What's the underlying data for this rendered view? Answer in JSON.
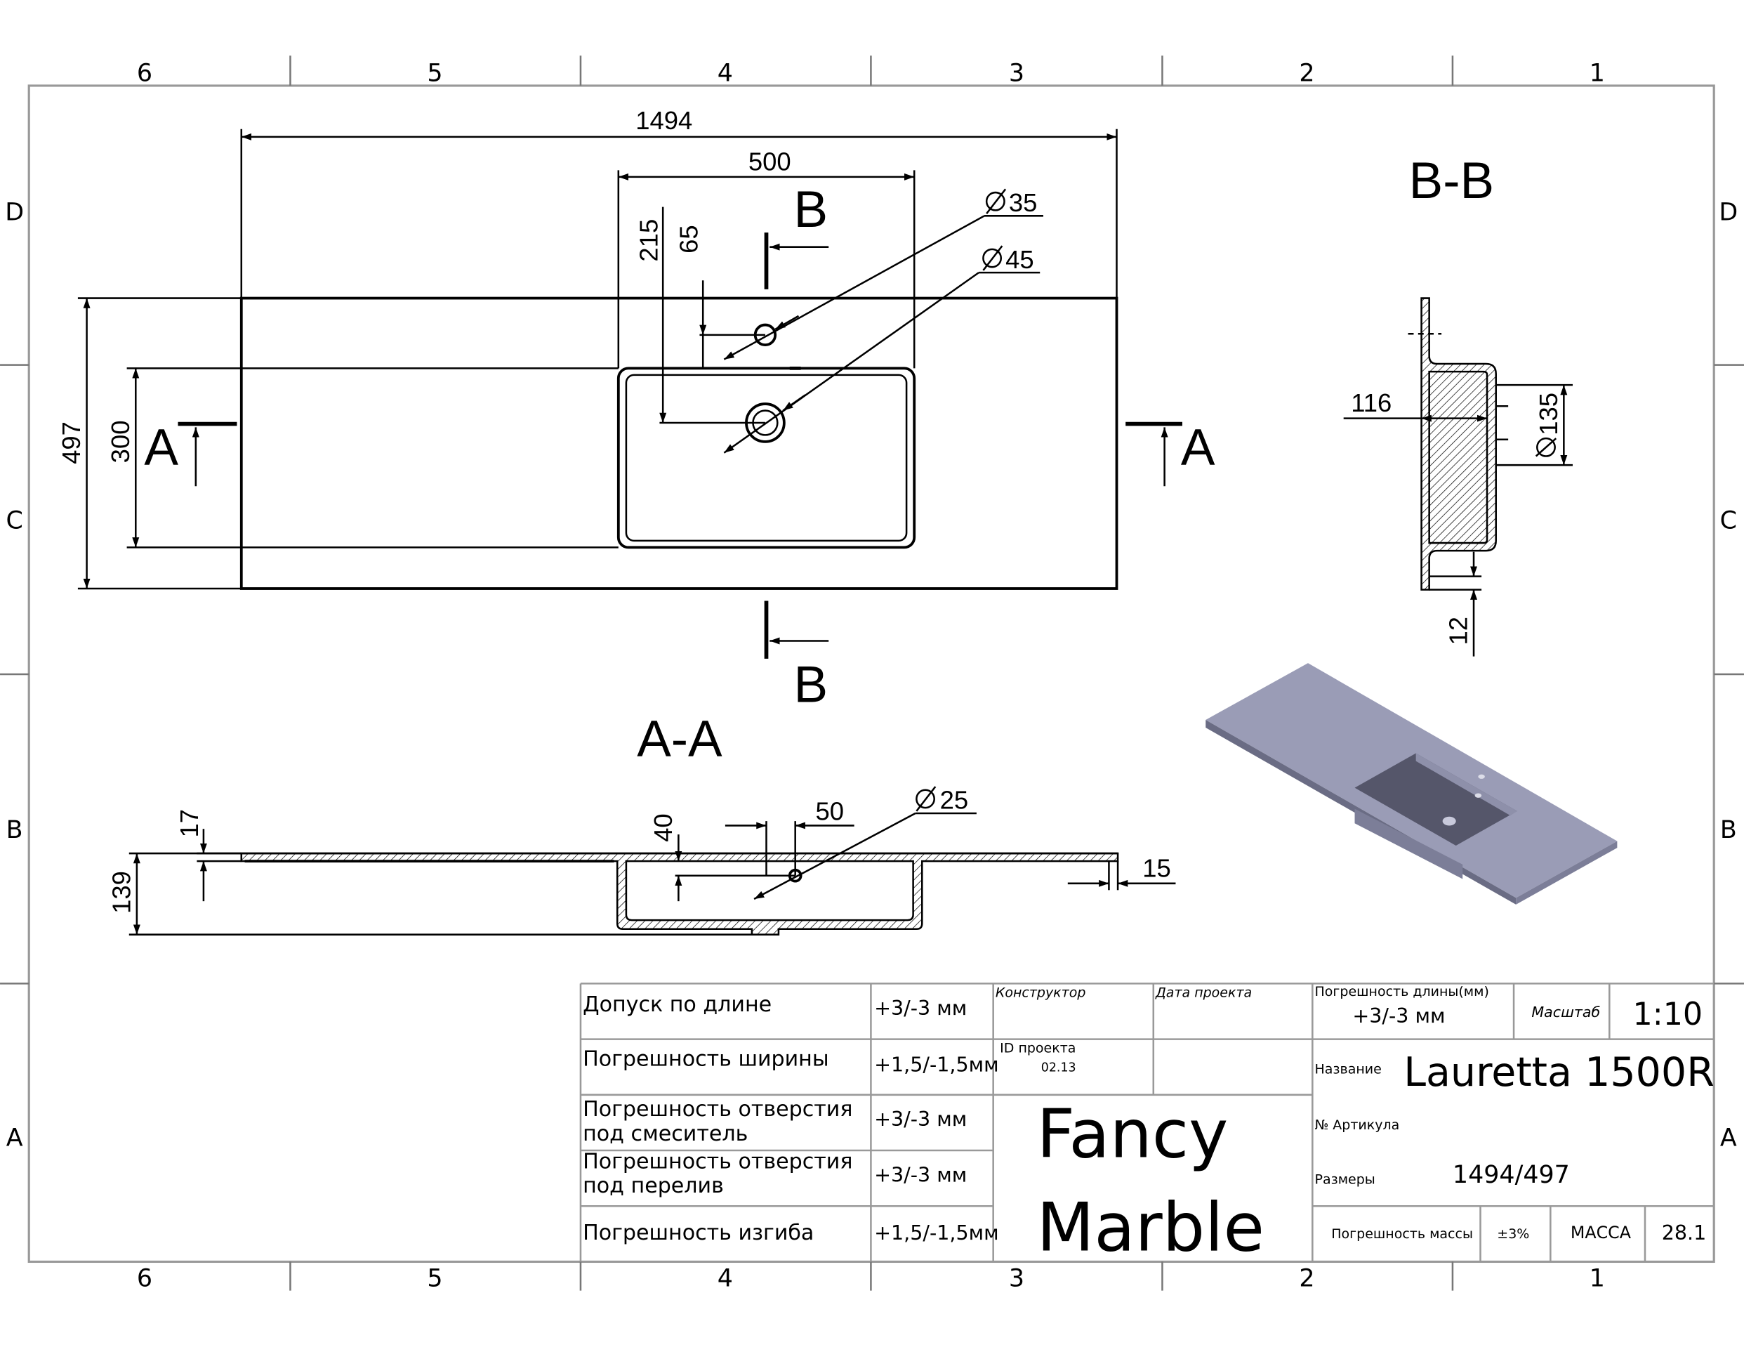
{
  "frame": {
    "columns": [
      "6",
      "5",
      "4",
      "3",
      "2",
      "1"
    ],
    "rows": [
      "D",
      "C",
      "B",
      "A"
    ]
  },
  "plan_view": {
    "overall_length": "1494",
    "bowl_length": "500",
    "overall_width": "497",
    "bowl_width": "300",
    "hole_offset_outer": "215",
    "hole_offset_inner": "65",
    "mixer_hole": "35",
    "overflow_hole": "45",
    "section_a_letter": "A",
    "section_b_letter": "B"
  },
  "section_aa": {
    "title": "A-A",
    "thickness": "17",
    "total_height": "139",
    "drain_depth": "40",
    "drain_offset": "50",
    "drain_diameter": "25",
    "edge": "15"
  },
  "section_bb": {
    "title": "B-B",
    "depth": "116",
    "bowl_height": "135",
    "bottom": "12"
  },
  "render_3d": {
    "top_color": "#9a9cb6",
    "side_color": "#6a6c84",
    "bowl_color": "#55566a"
  },
  "title_block": {
    "tolerances": [
      {
        "lines": [
          "Допуск по длине"
        ],
        "value": "+3/-3 мм"
      },
      {
        "lines": [
          "Погрешность ширины"
        ],
        "value": "+1,5/-1,5мм"
      },
      {
        "lines": [
          "Погрешность отверстия",
          "под смеситель"
        ],
        "value": "+3/-3 мм"
      },
      {
        "lines": [
          "Погрешность отверстия",
          "под перелив"
        ],
        "value": "+3/-3 мм"
      },
      {
        "lines": [
          "Погрешность изгиба"
        ],
        "value": "+1,5/-1,5мм"
      }
    ],
    "designer_label": "Конструктор",
    "project_date_label": "Дата проекта",
    "project_id_label": "ID проекта",
    "project_id_value": "02.13",
    "brand_line1": "Fancy",
    "brand_line2": "Marble",
    "length_error_label": "Погрешность длины(мм)",
    "length_error_value": "+3/-3 мм",
    "scale_label": "Масштаб",
    "scale_value": "1:10",
    "name_label": "Название",
    "name_value": "Lauretta 1500R",
    "article_label": "№ Артикула",
    "article_value": "",
    "size_label": "Размеры",
    "size_value": "1494/497",
    "mass_error_label": "Погрешность массы",
    "mass_error_value": "±3%",
    "mass_label": "МАССА",
    "mass_value": "28.1"
  }
}
